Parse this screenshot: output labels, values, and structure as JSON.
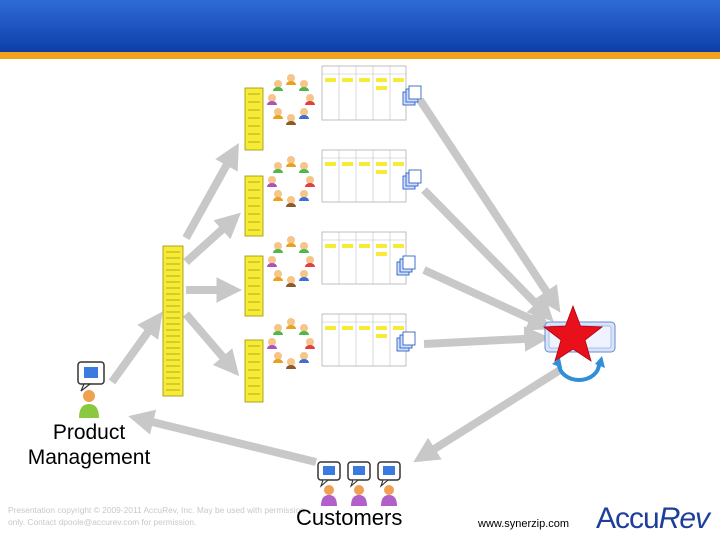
{
  "labels": {
    "product_management_line1": "Product",
    "product_management_line2": "Management",
    "customers": "Customers"
  },
  "footer": {
    "copyright": "Presentation copyright © 2009-2011 AccuRev, Inc. May be used with permission only. Contact dpoole@accurev.com for permission.",
    "website": "www.synerzip.com",
    "logo_prefix": "Accu",
    "logo_suffix": "Rev"
  },
  "icons": [
    "person-icon",
    "speech-bubble-icon",
    "document-stack-icon",
    "star-icon",
    "cycle-icon",
    "task-board-icon",
    "backlog-list-icon"
  ],
  "colors": {
    "header": "#1e55c4",
    "header_rule": "#f0a21c",
    "arrow": "#c8c8c8",
    "sticky_note": "#f6ec38",
    "star": "#e8101a",
    "logo": "#1d3f99"
  }
}
